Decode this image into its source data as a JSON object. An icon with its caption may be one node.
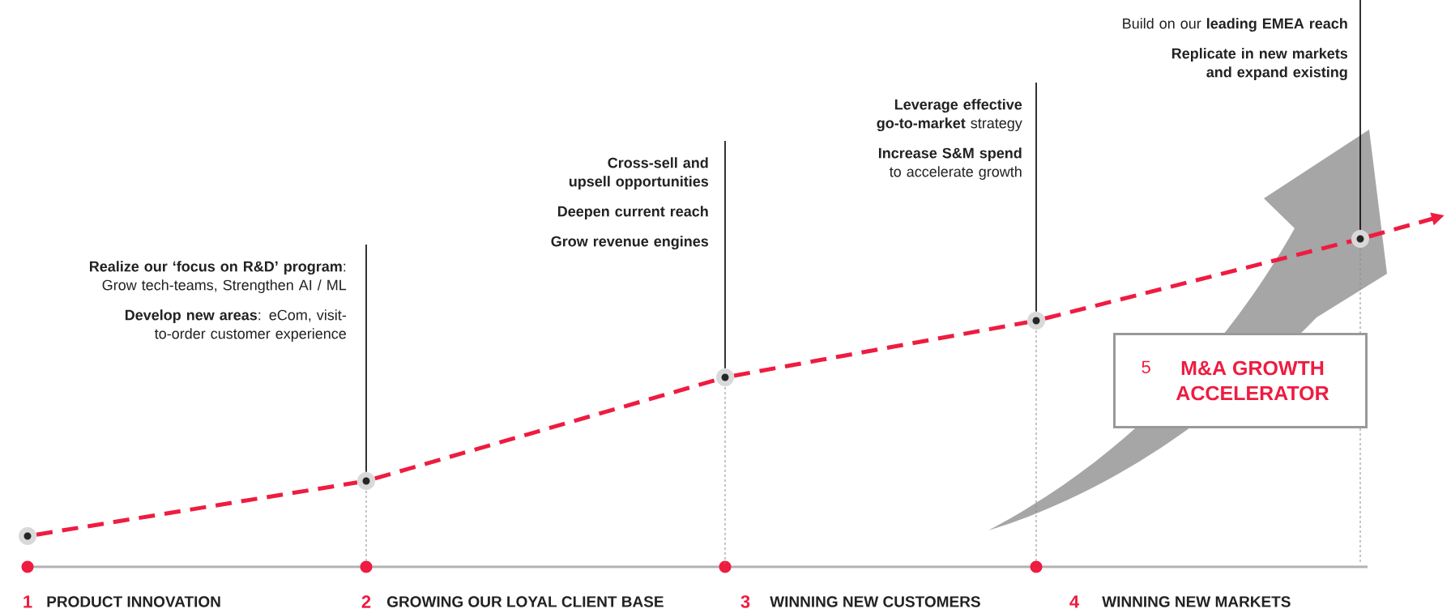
{
  "diagram": {
    "nodes": [
      {
        "text": [
          "**Realize our ‘focus on R&D’ program**: Grow tech-teams, Strengthen AI / ML",
          "**Develop new areas**: eCom, visit-to-order customer experience"
        ]
      },
      {
        "text": [
          "Cross-sell and upsell opportunities",
          "Deepen current reach",
          "Grow revenue engines"
        ]
      },
      {
        "text": [
          "**Leverage effective go-to-market** strategy",
          "**Increase S&M spend** to accelerate growth"
        ]
      },
      {
        "text": [
          "Build on our **leading EMEA reach**",
          "Replicate in new markets and expand existing"
        ]
      },
      {
        "text": [],
        "shape": "circle"
      },
      {
        "text": [],
        "shape": "circle"
      },
      {
        "text": [],
        "shape": "circle"
      },
      {
        "text": [],
        "shape": "circle"
      },
      {
        "text": [],
        "shape": "circle"
      },
      {
        "text": [
          "5",
          "M&A GROWTH ACCELERATOR"
        ]
      }
    ],
    "edges": [
      {
        "from": 0,
        "to": 5,
        "arrow": "none",
        "color": "#000000"
      },
      {
        "from": 1,
        "to": 6,
        "arrow": "none",
        "color": "#000000"
      },
      {
        "from": 2,
        "to": 7,
        "arrow": "none",
        "color": "#000000"
      },
      {
        "from": 3,
        "to": 8,
        "arrow": "none",
        "color": "#000000"
      },
      {
        "from": 4,
        "to": 5,
        "arrow": "none",
        "style": "dashed",
        "color": "#ee1c40"
      },
      {
        "from": 5,
        "to": 6,
        "arrow": "none",
        "style": "dashed",
        "color": "#ee1c40"
      },
      {
        "from": 6,
        "to": 7,
        "arrow": "none",
        "style": "dashed",
        "color": "#ee1c40"
      },
      {
        "from": 7,
        "to": 8,
        "arrow": "none",
        "style": "dashed",
        "color": "#ee1c40"
      },
      {
        "from": 8,
        "to": null,
        "arrow": "to",
        "style": "dashed",
        "color": "#ee1c40"
      }
    ],
    "labels": [
      "1",
      "PRODUCT INNOVATION",
      "2",
      "GROWING OUR LOYAL CLIENT BASE",
      "3",
      "WINNING NEW CUSTOMERS",
      "4",
      "WINNING NEW MARKETS"
    ]
  }
}
